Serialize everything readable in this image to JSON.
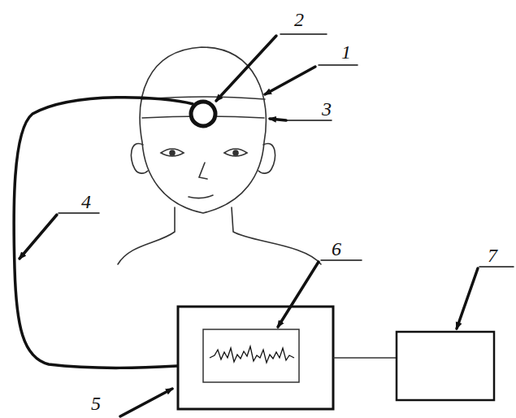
{
  "diagram": {
    "labels": [
      "2",
      "1",
      "3",
      "4",
      "6",
      "7",
      "5"
    ]
  }
}
